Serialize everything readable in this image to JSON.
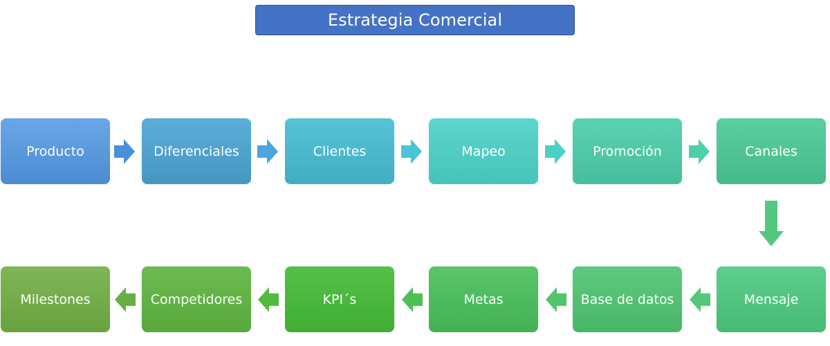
{
  "title": "Estrategia Comercial",
  "colors": {
    "title_bg": "#4472c4",
    "box_gradient_start": "#5b9bd5",
    "box_gradient_mid": "#48c9d0",
    "box_gradient_end": "#5bc17a",
    "bottom_gradient_end": "#70ad47"
  },
  "row1": [
    {
      "label": "Producto",
      "color_top": "#6aa6e8",
      "color_bottom": "#4c8cd2"
    },
    {
      "label": "Diferenciales",
      "color_top": "#5cadd9",
      "color_bottom": "#4597c2"
    },
    {
      "label": "Clientes",
      "color_top": "#56c3d8",
      "color_bottom": "#42adc2"
    },
    {
      "label": "Mapeo",
      "color_top": "#5dd6cd",
      "color_bottom": "#46c3ba"
    },
    {
      "label": "Promoción",
      "color_top": "#5bd2b0",
      "color_bottom": "#47be9b"
    },
    {
      "label": "Canales",
      "color_top": "#5bcf9f",
      "color_bottom": "#45ba89"
    }
  ],
  "row2": [
    {
      "label": "Milestones",
      "color_top": "#7fb556",
      "color_bottom": "#6aa240"
    },
    {
      "label": "Competidores",
      "color_top": "#6cbb50",
      "color_bottom": "#58a83b"
    },
    {
      "label": "KPI´s",
      "color_top": "#55c049",
      "color_bottom": "#3fae32"
    },
    {
      "label": "Metas",
      "color_top": "#5ac56a",
      "color_bottom": "#43b153"
    },
    {
      "label": "Base de datos",
      "color_top": "#5fca7f",
      "color_bottom": "#48b668"
    },
    {
      "label": "Mensaje",
      "color_top": "#5ece8c",
      "color_bottom": "#47ba75"
    }
  ],
  "arrows_row1": [
    "#4a8fdc",
    "#4aa6dc",
    "#4ac4d6",
    "#4ad0c4",
    "#4ecfa8",
    "#4fcf96"
  ],
  "arrows_row2": [
    "#68b042",
    "#52bb3d",
    "#4cc055",
    "#52c46a",
    "#55c779"
  ],
  "down_arrow_color": "#52c97f"
}
